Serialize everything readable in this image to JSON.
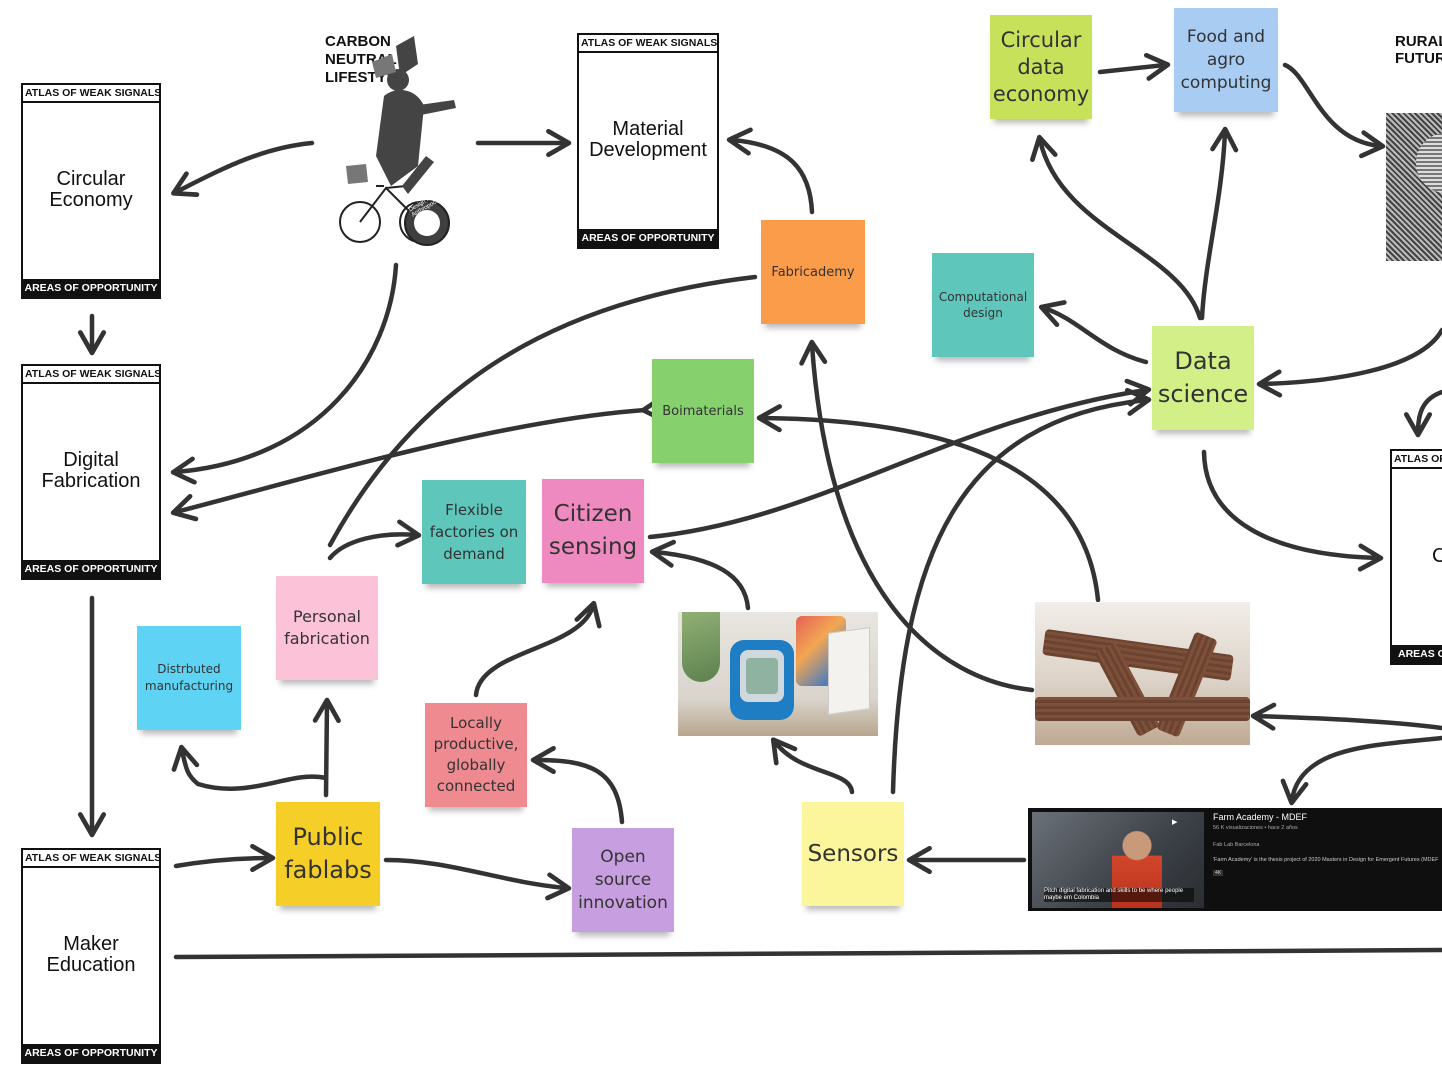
{
  "cards": [
    {
      "id": "circular-economy",
      "top": "ATLAS OF WEAK SIGNALS",
      "title": "Circular\nEconomy",
      "bottom": "AREAS OF OPPORTUNITY"
    },
    {
      "id": "digital-fabrication",
      "top": "ATLAS OF WEAK SIGNALS",
      "title": "Digital\nFabrication",
      "bottom": "AREAS OF OPPORTUNITY"
    },
    {
      "id": "maker-education",
      "top": "ATLAS OF WEAK SIGNALS",
      "title": "Maker\nEducation",
      "bottom": "AREAS OF OPPORTUNITY"
    },
    {
      "id": "material-development",
      "top": "ATLAS OF WEAK SIGNALS",
      "title": "Material\nDevelopment",
      "bottom": "AREAS OF OPPORTUNITY"
    },
    {
      "id": "right-partial",
      "top": "ATLAS OF WEAK SIGNALS",
      "title": "C",
      "bottom": "AREAS OF OPPORTUNITY"
    }
  ],
  "carbon": {
    "title": "CARBON\nNEUTRAL\nLIFESTYLE",
    "badge": "Design for the Anthropocene"
  },
  "rural": {
    "title": "RURAL\nFUTURES"
  },
  "notes": [
    {
      "id": "circular-data-economy",
      "text": "Circular\ndata\neconomy",
      "color": "#c8e15a"
    },
    {
      "id": "food-agro-computing",
      "text": "Food and\nagro\ncomputing",
      "color": "#a8ccf2"
    },
    {
      "id": "fabricademy",
      "text": "Fabricademy",
      "color": "#fb9c4a"
    },
    {
      "id": "computational-design",
      "text": "Computational\ndesign",
      "color": "#5ec6bb"
    },
    {
      "id": "data-science",
      "text": "Data\nscience",
      "color": "#d2ef88"
    },
    {
      "id": "biomaterials",
      "text": "Boimaterials",
      "color": "#86d16e"
    },
    {
      "id": "flexible-factories",
      "text": "Flexible\nfactories on\ndemand",
      "color": "#5ec6bb"
    },
    {
      "id": "citizen-sensing",
      "text": "Citizen\nsensing",
      "color": "#ef8ac0"
    },
    {
      "id": "personal-fabrication",
      "text": "Personal\nfabrication",
      "color": "#fcc2d8"
    },
    {
      "id": "distributed-manufacturing",
      "text": "Distrbuted\nmanufacturing",
      "color": "#5fd3f4"
    },
    {
      "id": "locally-productive",
      "text": "Locally\nproductive,\nglobally\nconnected",
      "color": "#ef8b90"
    },
    {
      "id": "public-fablabs",
      "text": "Public\nfablabs",
      "color": "#f5cf28"
    },
    {
      "id": "open-source-innovation",
      "text": "Open\nsource\ninnovation",
      "color": "#c79ee0"
    },
    {
      "id": "sensors",
      "text": "Sensors",
      "color": "#fbf59c"
    }
  ],
  "video": {
    "title": "Farm Academy - MDEF",
    "meta": "56 K visualizaciones • hace 2 años",
    "channel": "Fab Lab Barcelona",
    "description": "'Farm Academy' is the thesis project of 2020 Masters in Design for Emergent Futures (MDEF",
    "badge": "4K",
    "caption": "Pitch digital fabrication and skills to be where people maybe em Colombia"
  }
}
